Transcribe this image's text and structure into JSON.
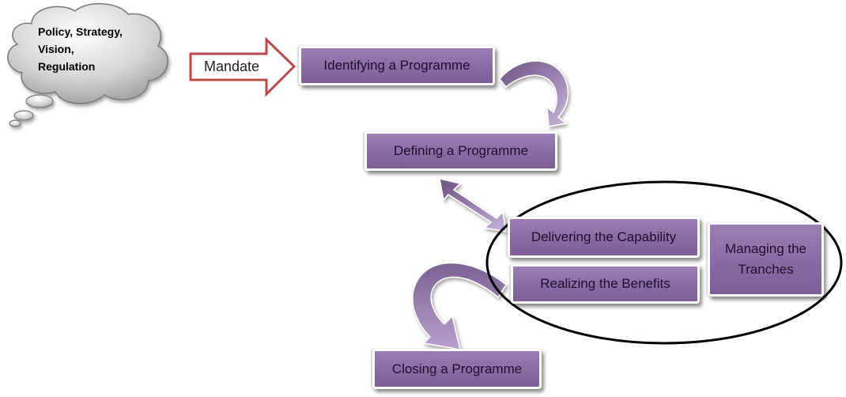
{
  "cloud": {
    "lines": [
      "Policy, Strategy,",
      "Vision,",
      "Regulation"
    ]
  },
  "mandate": {
    "label": "Mandate"
  },
  "steps": {
    "identifying": "Identifying a Programme",
    "defining": "Defining a Programme",
    "delivering": "Delivering the Capability",
    "realizing": "Realizing the Benefits",
    "tranches": "Managing the Tranches",
    "closing": "Closing a Programme"
  },
  "colors": {
    "box_fill": "#8a6aa3",
    "arrow_fill": "#8c73a1",
    "mandate_outline": "#b84a4a",
    "ellipse": "#000000"
  }
}
